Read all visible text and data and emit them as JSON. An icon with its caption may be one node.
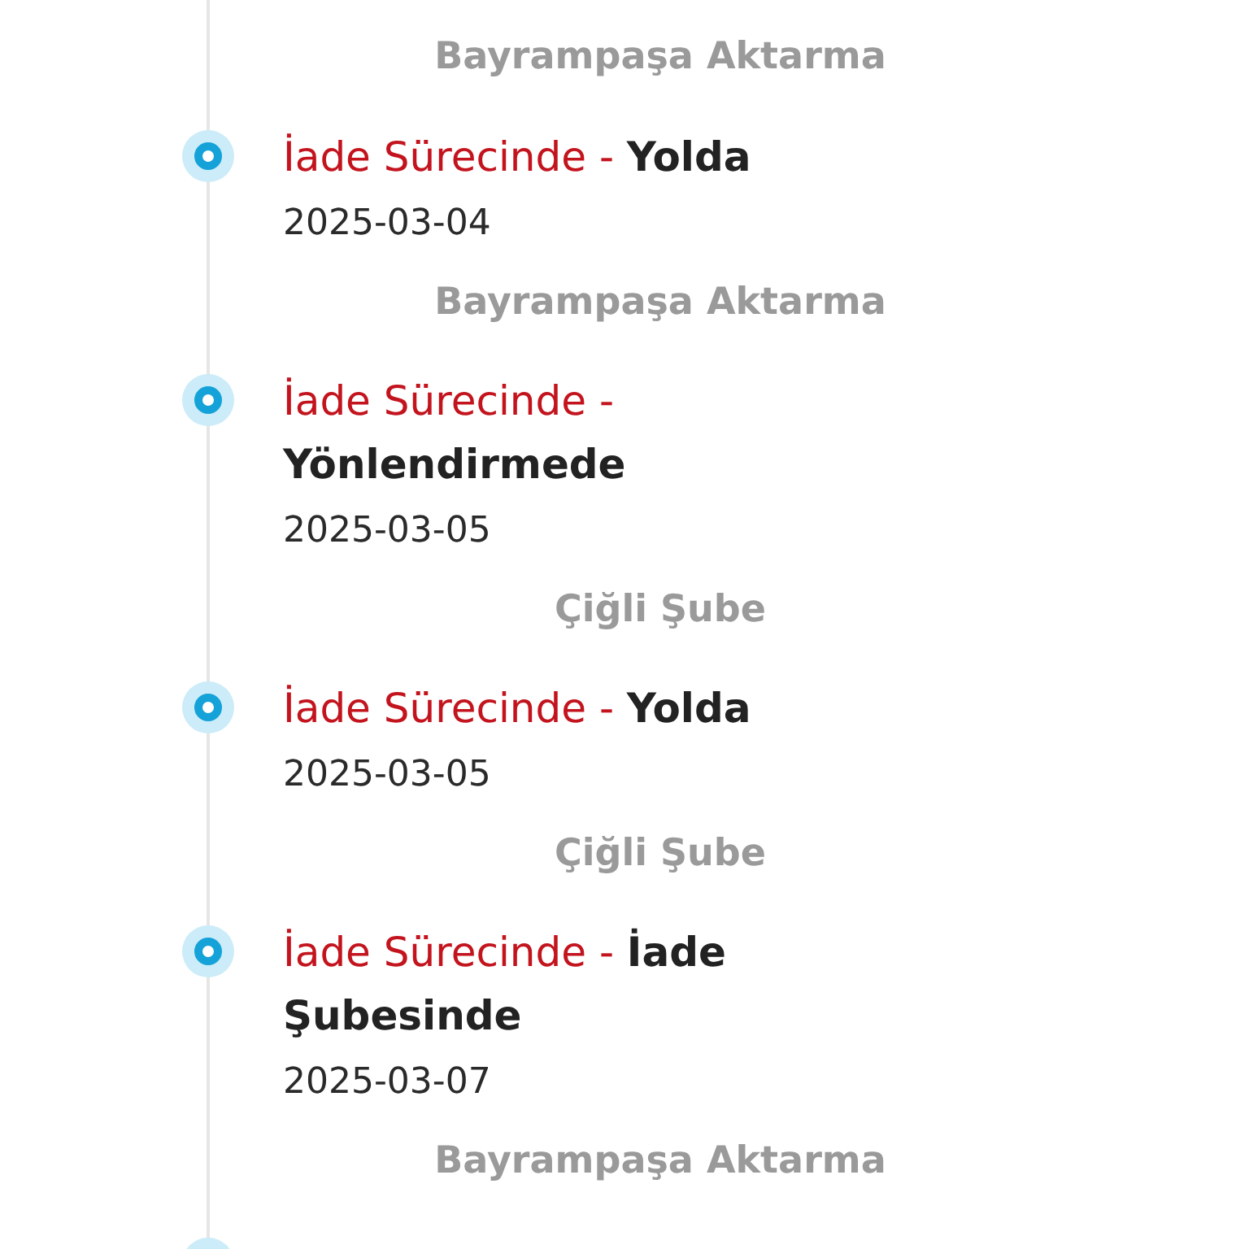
{
  "diagram": {
    "labels": [
      "Bayrampaşa Aktarma",
      "İade Sürecinde - **Yolda**",
      "2025-03-04",
      "Bayrampaşa Aktarma",
      "İade Sürecinde - **Yönlendirmede**",
      "2025-03-05",
      "Çiğli Şube",
      "İade Sürecinde - **Yolda**",
      "2025-03-05",
      "Çiğli Şube",
      "İade Sürecinde - **İade Şubesinde**",
      "2025-03-07",
      "Bayrampaşa Aktarma"
    ]
  }
}
